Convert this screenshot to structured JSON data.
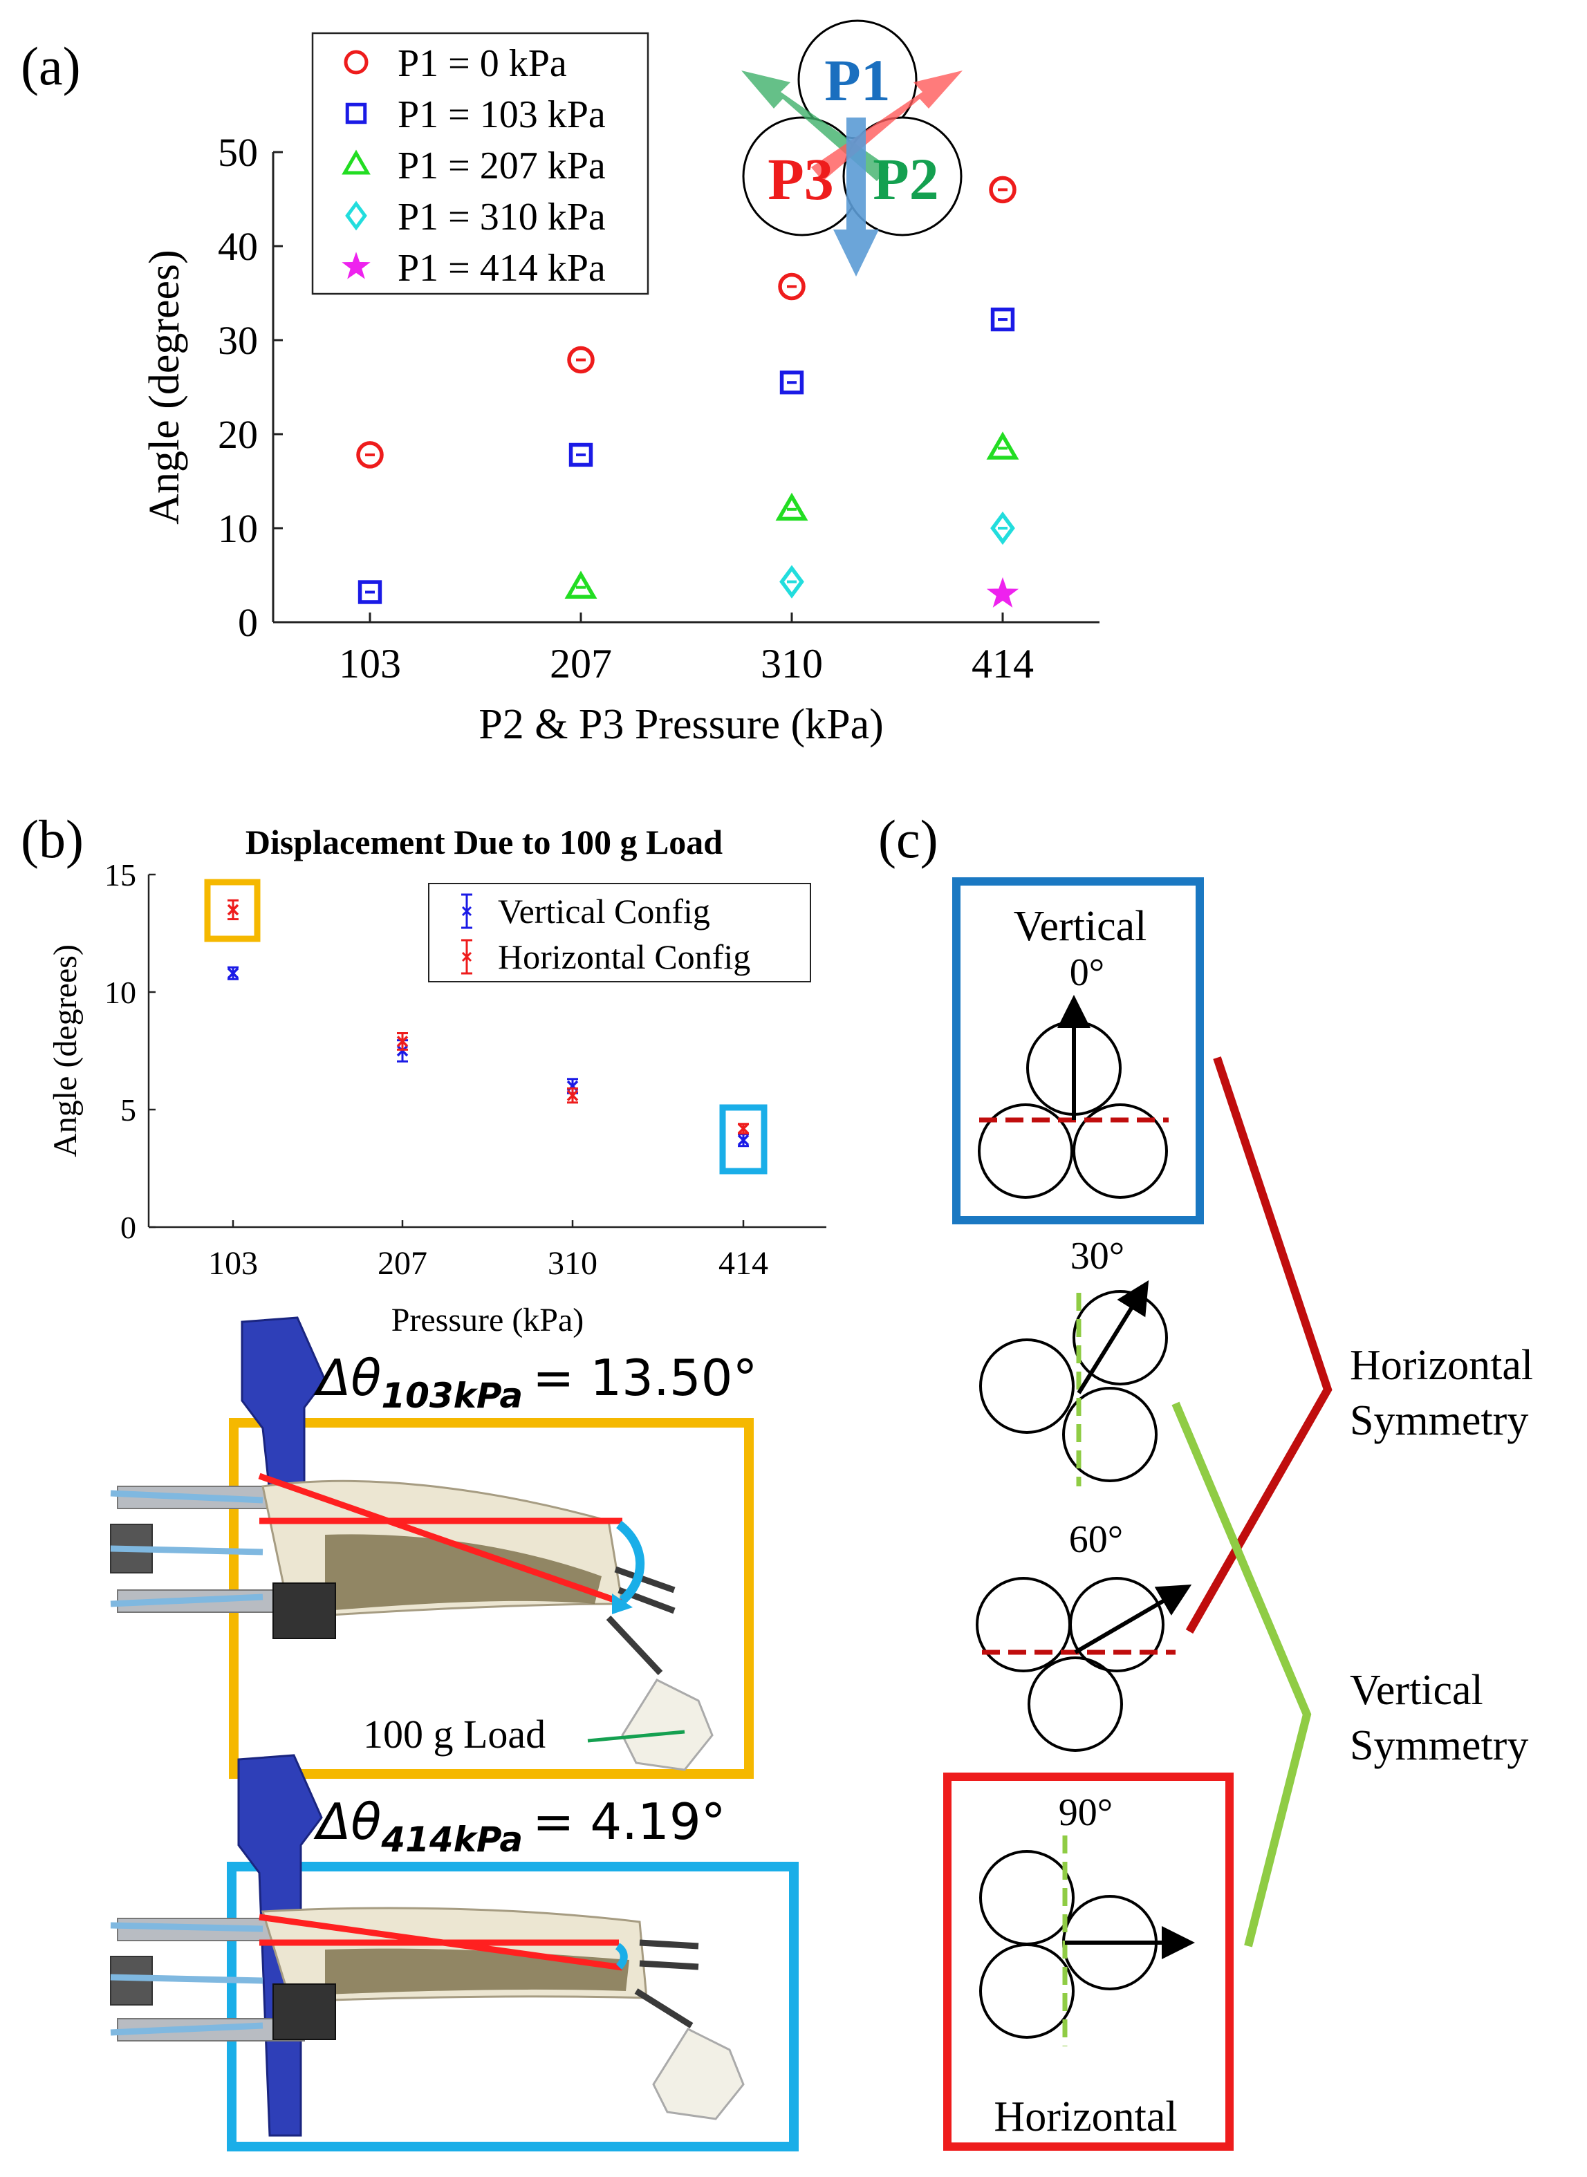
{
  "panel_labels": {
    "a": "(a)",
    "b": "(b)",
    "c": "(c)"
  },
  "colors": {
    "red": "#ee1c1c",
    "blue": "#1a1ae6",
    "green": "#22dd22",
    "cyan": "#22dddd",
    "magenta": "#ee22ee",
    "yellow_box": "#f5b800",
    "light_blue_box": "#1aaee8",
    "c_blue_box": "#1a78c2",
    "c_red_box": "#ee1c1c",
    "dark_red": "#c00d0d",
    "light_green": "#8fcc44",
    "arrow_blue": "#5b9bd5",
    "arrow_green": "#3fb06a",
    "arrow_red": "#ff5a5a",
    "label_blue": "#1a6fbf",
    "label_red": "#ee1c1c",
    "label_green": "#14a050"
  },
  "chart_data": [
    {
      "type": "scatter",
      "title": "",
      "xlabel": "P2 & P3 Pressure (kPa)",
      "ylabel": "Angle (degrees)",
      "categories": [
        "103",
        "207",
        "310",
        "414"
      ],
      "ylim": [
        0,
        50
      ],
      "yticks": [
        "0",
        "10",
        "20",
        "30",
        "40",
        "50"
      ],
      "legend_position": "top-left",
      "series": [
        {
          "name": "P1 = 0 kPa",
          "marker": "circle",
          "color": "#ee1c1c",
          "values": [
            17.8,
            27.9,
            35.7,
            46.0
          ]
        },
        {
          "name": "P1 = 103 kPa",
          "marker": "square",
          "color": "#1a1ae6",
          "values": [
            3.2,
            17.8,
            25.5,
            32.2
          ]
        },
        {
          "name": "P1 = 207 kPa",
          "marker": "triangle",
          "color": "#22dd22",
          "values": [
            null,
            3.7,
            12.0,
            18.5
          ]
        },
        {
          "name": "P1 = 310 kPa",
          "marker": "diamond",
          "color": "#22dddd",
          "values": [
            null,
            null,
            4.3,
            10.0
          ]
        },
        {
          "name": "P1 = 414 kPa",
          "marker": "star",
          "color": "#ee22ee",
          "values": [
            null,
            null,
            null,
            3.0
          ]
        }
      ],
      "inset": {
        "labels": [
          "P1",
          "P3",
          "P2"
        ]
      }
    },
    {
      "type": "scatter",
      "title": "Displacement Due to 100 g Load",
      "xlabel": "Pressure (kPa)",
      "ylabel": "Angle (degrees)",
      "categories": [
        "103",
        "207",
        "310",
        "414"
      ],
      "ylim": [
        0,
        15
      ],
      "yticks": [
        "0",
        "5",
        "10",
        "15"
      ],
      "legend_position": "top-right",
      "series": [
        {
          "name": "Vertical Config",
          "color": "#1a1ae6",
          "values": [
            10.8,
            7.5,
            6.0,
            3.7
          ],
          "errors": [
            0.25,
            0.45,
            0.3,
            0.25
          ]
        },
        {
          "name": "Horizontal Config",
          "color": "#ee1c1c",
          "values": [
            13.5,
            7.9,
            5.6,
            4.19
          ],
          "errors": [
            0.4,
            0.35,
            0.3,
            0.2
          ]
        }
      ]
    }
  ],
  "photos": {
    "top_label": "Δθ",
    "top_sub": "103kPa",
    "top_value": "= 13.50°",
    "bottom_label": "Δθ",
    "bottom_sub": "414kPa",
    "bottom_value": "= 4.19°",
    "load_label": "100 g Load"
  },
  "panel_c": {
    "vertical_title": "Vertical",
    "angle_0": "0°",
    "angle_30": "30°",
    "angle_60": "60°",
    "angle_90": "90°",
    "horizontal_title": "Horizontal",
    "horizontal_symmetry": [
      "Horizontal",
      "Symmetry"
    ],
    "vertical_symmetry": [
      "Vertical",
      "Symmetry"
    ]
  }
}
